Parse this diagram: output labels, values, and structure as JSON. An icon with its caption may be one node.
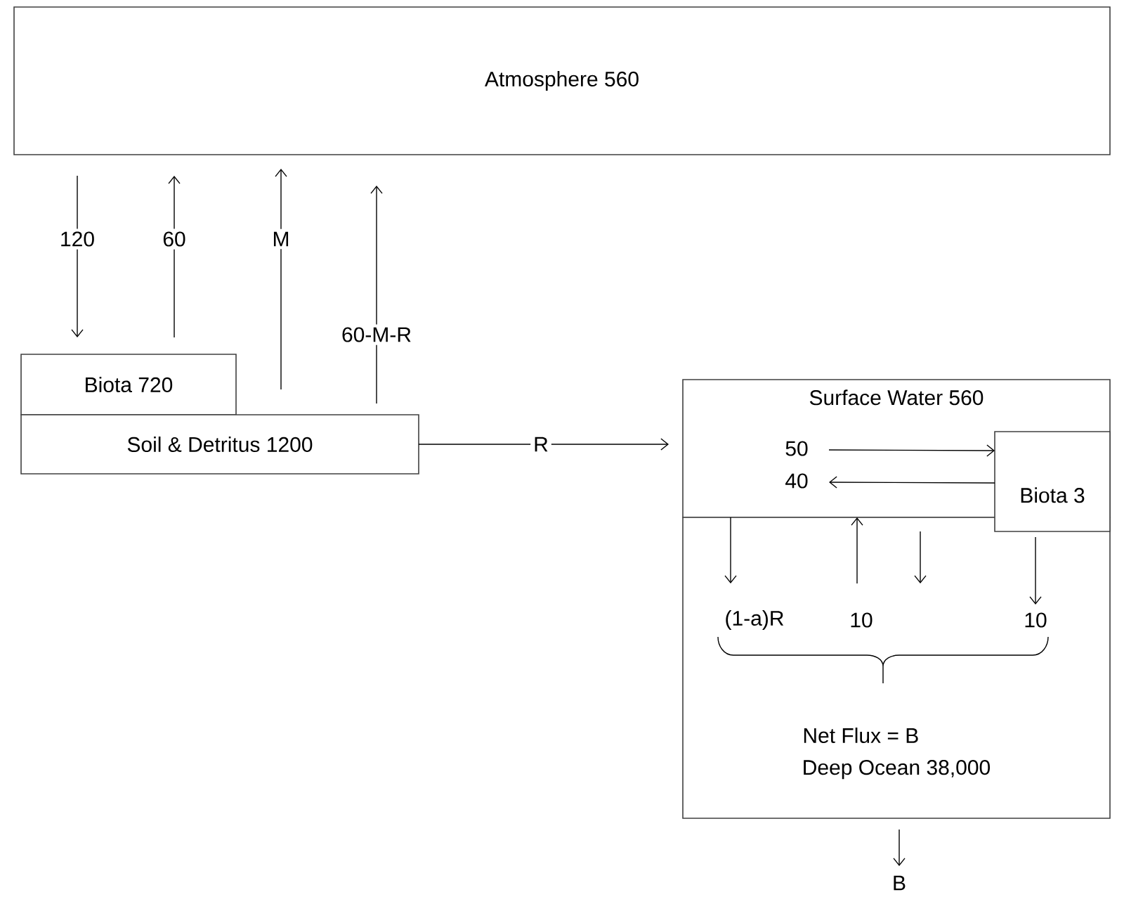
{
  "diagram": {
    "nodes": [
      {
        "text": [
          "Atmosphere 560"
        ]
      },
      {
        "text": [
          "Biota 720"
        ]
      },
      {
        "text": [
          "Soil & Detritus 1200"
        ]
      },
      {
        "text": [
          "Surface Water 560"
        ]
      },
      {
        "text": [
          "Biota 3"
        ]
      },
      {
        "text": [
          "Deep Ocean 38,000"
        ]
      },
      {
        "text": [
          "B"
        ]
      }
    ],
    "edges": [
      {
        "from": 0,
        "to": 1,
        "arrow": "to",
        "label": "120"
      },
      {
        "from": 1,
        "to": 0,
        "arrow": "to",
        "label": "60"
      },
      {
        "from": 2,
        "to": 0,
        "arrow": "to",
        "label": "M"
      },
      {
        "from": 2,
        "to": 0,
        "arrow": "to",
        "label": "60-M-R"
      },
      {
        "from": 2,
        "to": 3,
        "arrow": "to",
        "label": "R"
      },
      {
        "from": 3,
        "to": 4,
        "arrow": "to",
        "label": "50"
      },
      {
        "from": 4,
        "to": 3,
        "arrow": "to",
        "label": "40"
      },
      {
        "from": 3,
        "to": 5,
        "arrow": "to",
        "label": "(1-a)R"
      },
      {
        "from": 5,
        "to": 3,
        "arrow": "to",
        "label": "10"
      },
      {
        "from": 3,
        "to": 5,
        "arrow": "to"
      },
      {
        "from": 4,
        "to": 5,
        "arrow": "to",
        "label": "10"
      },
      {
        "from": 5,
        "to": 6,
        "arrow": "to"
      }
    ],
    "labels": [
      "Net Flux = B"
    ]
  }
}
